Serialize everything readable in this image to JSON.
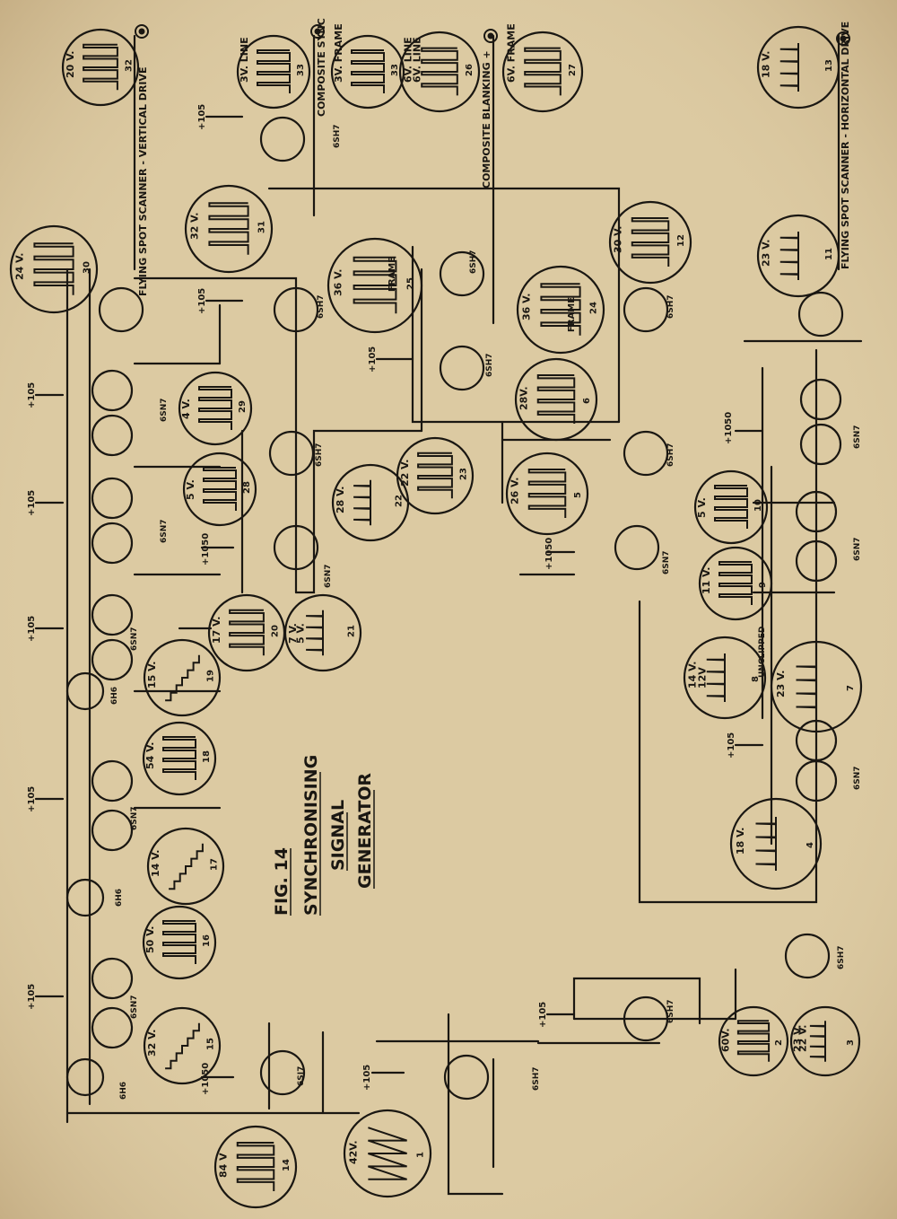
{
  "title": {
    "fig": "FIG. 14",
    "line1": "SYNCHRONISING",
    "line2": "SIGNAL",
    "line3": "GENERATOR"
  },
  "colors": {
    "paper": "#dccaa2",
    "ink": "#1a1712"
  },
  "outputs": {
    "vertical_drive": "FLYING SPOT SCANNER - VERTICAL DRIVE",
    "composite_sync": "COMPOSITE SYNC",
    "composite_blanking": "COMPOSITE BLANKING +",
    "horizontal_drive": "FLYING SPOT SCANNER - HORIZONTAL DRIVE"
  },
  "supplies": {
    "b105": "+105",
    "b1050": "+1050"
  },
  "tubes": {
    "t6H6": "6H6",
    "t6SN7": "6SN7",
    "t6SH7": "6SH7",
    "t6SJ7": "6SJ7"
  },
  "waveforms": [
    {
      "num": "1",
      "volt": "42V."
    },
    {
      "num": "2",
      "volt": "60V."
    },
    {
      "num": "3",
      "volt": "23 V."
    },
    {
      "num": "3b",
      "volt": "22 V."
    },
    {
      "num": "4",
      "volt": "18 V."
    },
    {
      "num": "5",
      "volt": "26 V."
    },
    {
      "num": "6",
      "volt": "28V."
    },
    {
      "num": "7",
      "volt": "23 V."
    },
    {
      "num": "8",
      "volt": "14 V."
    },
    {
      "num": "8b",
      "volt": "12V"
    },
    {
      "num": "9",
      "volt": "11 V."
    },
    {
      "num": "10",
      "volt": "5 V."
    },
    {
      "num": "11",
      "volt": "23 V."
    },
    {
      "num": "12",
      "volt": "30 V."
    },
    {
      "num": "13",
      "volt": "18 V."
    },
    {
      "num": "14",
      "volt": "84 V"
    },
    {
      "num": "15",
      "volt": "32 V."
    },
    {
      "num": "16",
      "volt": "50 V."
    },
    {
      "num": "17",
      "volt": "14 V."
    },
    {
      "num": "18",
      "volt": "54 V."
    },
    {
      "num": "19",
      "volt": "15 V."
    },
    {
      "num": "20",
      "volt": "17 V."
    },
    {
      "num": "21",
      "volt": "7 V."
    },
    {
      "num": "21b",
      "volt": "5 V."
    },
    {
      "num": "22",
      "volt": "28 V."
    },
    {
      "num": "23",
      "volt": "22 V."
    },
    {
      "num": "24",
      "volt": "36 V."
    },
    {
      "num": "25",
      "volt": "36 V."
    },
    {
      "num": "26",
      "volt": "6V. LINE"
    },
    {
      "num": "27",
      "volt": "6V. FRAME"
    },
    {
      "num": "28",
      "volt": "5 V."
    },
    {
      "num": "29",
      "volt": "4 V."
    },
    {
      "num": "30",
      "volt": "24 V."
    },
    {
      "num": "31",
      "volt": "32 V."
    },
    {
      "num": "32",
      "volt": "20 V."
    },
    {
      "num": "33",
      "volt": "3V. LINE"
    },
    {
      "num": "33b",
      "volt": "3V. FRAME"
    },
    {
      "num": "34",
      "volt": "6V. LINE"
    }
  ],
  "labels": {
    "frame": "FRAME",
    "unclipped": "UNCLIPPED"
  }
}
